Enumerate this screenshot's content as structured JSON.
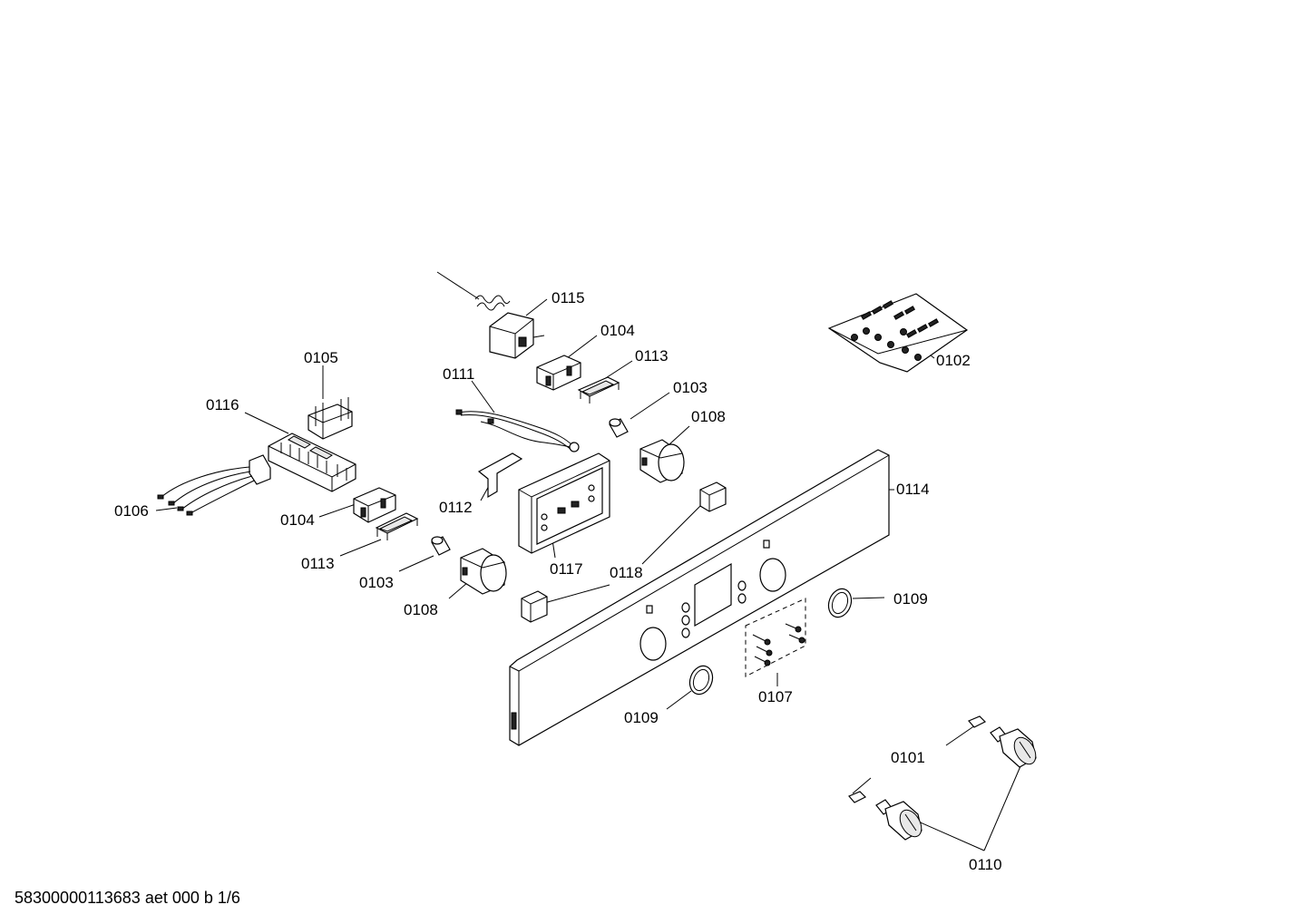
{
  "labels": {
    "p0115": "0115",
    "p0104a": "0104",
    "p0113a": "0113",
    "p0111": "0111",
    "p0103a": "0103",
    "p0108a": "0108",
    "p0105": "0105",
    "p0116": "0116",
    "p0114": "0114",
    "p0106": "0106",
    "p0104b": "0104",
    "p0112": "0112",
    "p0113b": "0113",
    "p0103b": "0103",
    "p0117": "0117",
    "p0118": "0118",
    "p0108b": "0108",
    "p0109a": "0109",
    "p0107": "0107",
    "p0109b": "0109",
    "p0101": "0101",
    "p0110": "0110",
    "p0102": "0102"
  },
  "footer": "58300000113683 aet 000 b 1/6"
}
